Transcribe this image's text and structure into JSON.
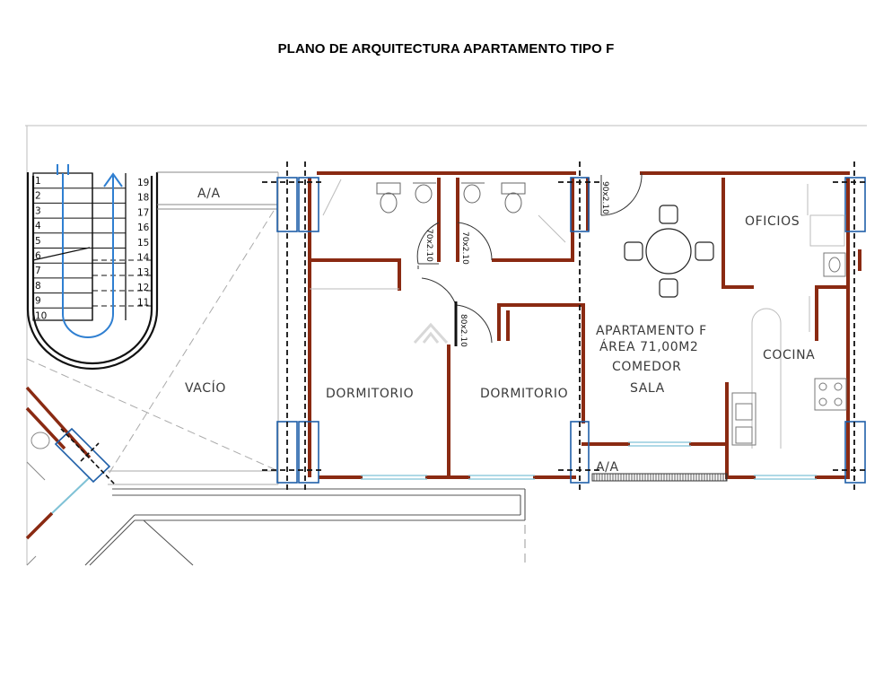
{
  "title": "PLANO DE ARQUITECTURA APARTAMENTO TIPO F",
  "colors": {
    "wall": "#8a2a12",
    "column": "#1f5fa8",
    "glass": "#7fc2d6",
    "stair_arrow": "#2f7fd1",
    "line": "#111111",
    "gray": "#9a9a9a"
  },
  "rooms": {
    "dorm1": "DORMITORIO",
    "dorm2": "DORMITORIO",
    "apartment_name": "APARTAMENTO  F",
    "apartment_area": "ÁREA  71,00M2",
    "comedor": "COMEDOR",
    "sala": "SALA",
    "oficios": "OFICIOS",
    "cocina": "COCINA",
    "vacio": "VACÍO",
    "aa_top": "A/A",
    "aa_bottom": "A/A"
  },
  "doors": {
    "d1": "70x2.10",
    "d2": "70x2.10",
    "d3": "80x2.10",
    "d4": "90x2.10"
  },
  "stairs": {
    "left_steps": [
      "1",
      "2",
      "3",
      "4",
      "5",
      "6",
      "7",
      "8",
      "9",
      "10"
    ],
    "right_steps": [
      "19",
      "18",
      "17",
      "16",
      "15",
      "14",
      "13",
      "12",
      "11"
    ]
  }
}
